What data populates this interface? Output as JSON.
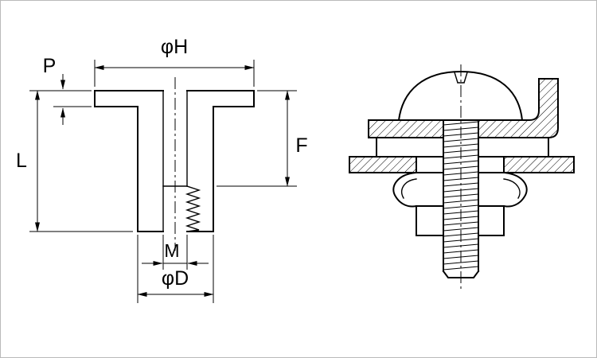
{
  "figure": {
    "background": "#ffffff",
    "line_color": "#000000",
    "border_color": "#b9b9b9"
  },
  "dimensions": {
    "phi_h": "φH",
    "p": "P",
    "l": "L",
    "f": "F",
    "m": "M",
    "phi_d": "φD"
  }
}
